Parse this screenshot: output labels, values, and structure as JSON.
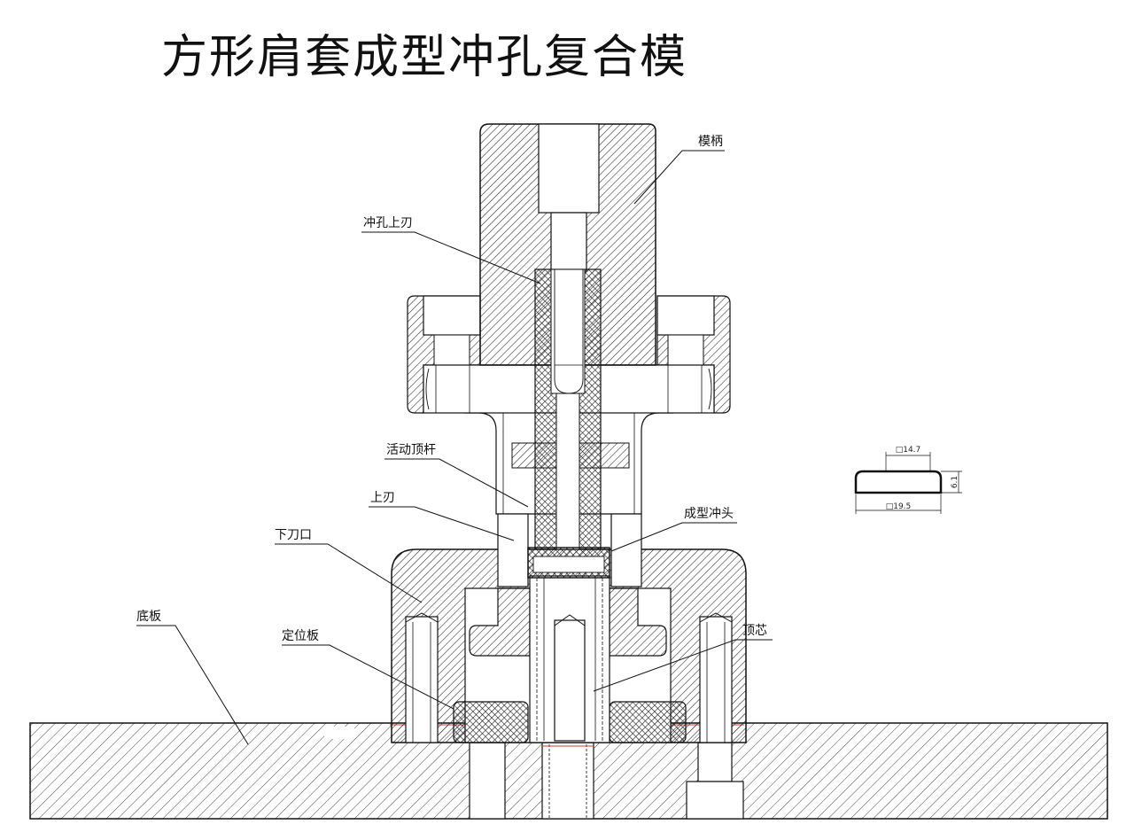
{
  "title": "方形肩套成型冲孔复合模",
  "labels": {
    "handle": "模柄",
    "pierce_upper": "冲孔上刃",
    "ejector_rod": "活动顶杆",
    "upper_blade": "上刃",
    "form_punch": "成型冲头",
    "lower_die": "下刀口",
    "base_plate": "底板",
    "locator_plate": "定位板",
    "top_core": "顶芯"
  },
  "part_dims": {
    "top_width": "□14.7",
    "height": "6.1",
    "bottom_width": "□19.5"
  },
  "colors": {
    "ink": "#111111",
    "hatch": "#222222",
    "cross_hatch": "#1a1a1a",
    "accent_red": "#d23a3a"
  }
}
